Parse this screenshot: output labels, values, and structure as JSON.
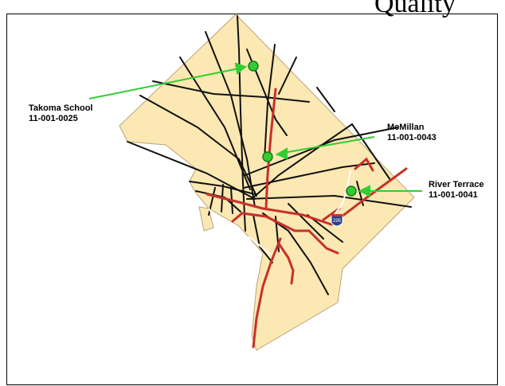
{
  "header": {
    "partial_title": "Quality"
  },
  "colors": {
    "land": "#fbe8b2",
    "road": "#111111",
    "highway": "#c8302a",
    "marker": "#33cc33",
    "arrow": "#33cc33",
    "interstate_shield": "#2a3f8f"
  },
  "highway_shield": {
    "number": "295"
  },
  "sites": [
    {
      "name": "Takoma School",
      "id": "11-001-0025"
    },
    {
      "name": "McMillan",
      "id": "11-001-0043"
    },
    {
      "name": "River Terrace",
      "id": "11-001-0041"
    }
  ]
}
